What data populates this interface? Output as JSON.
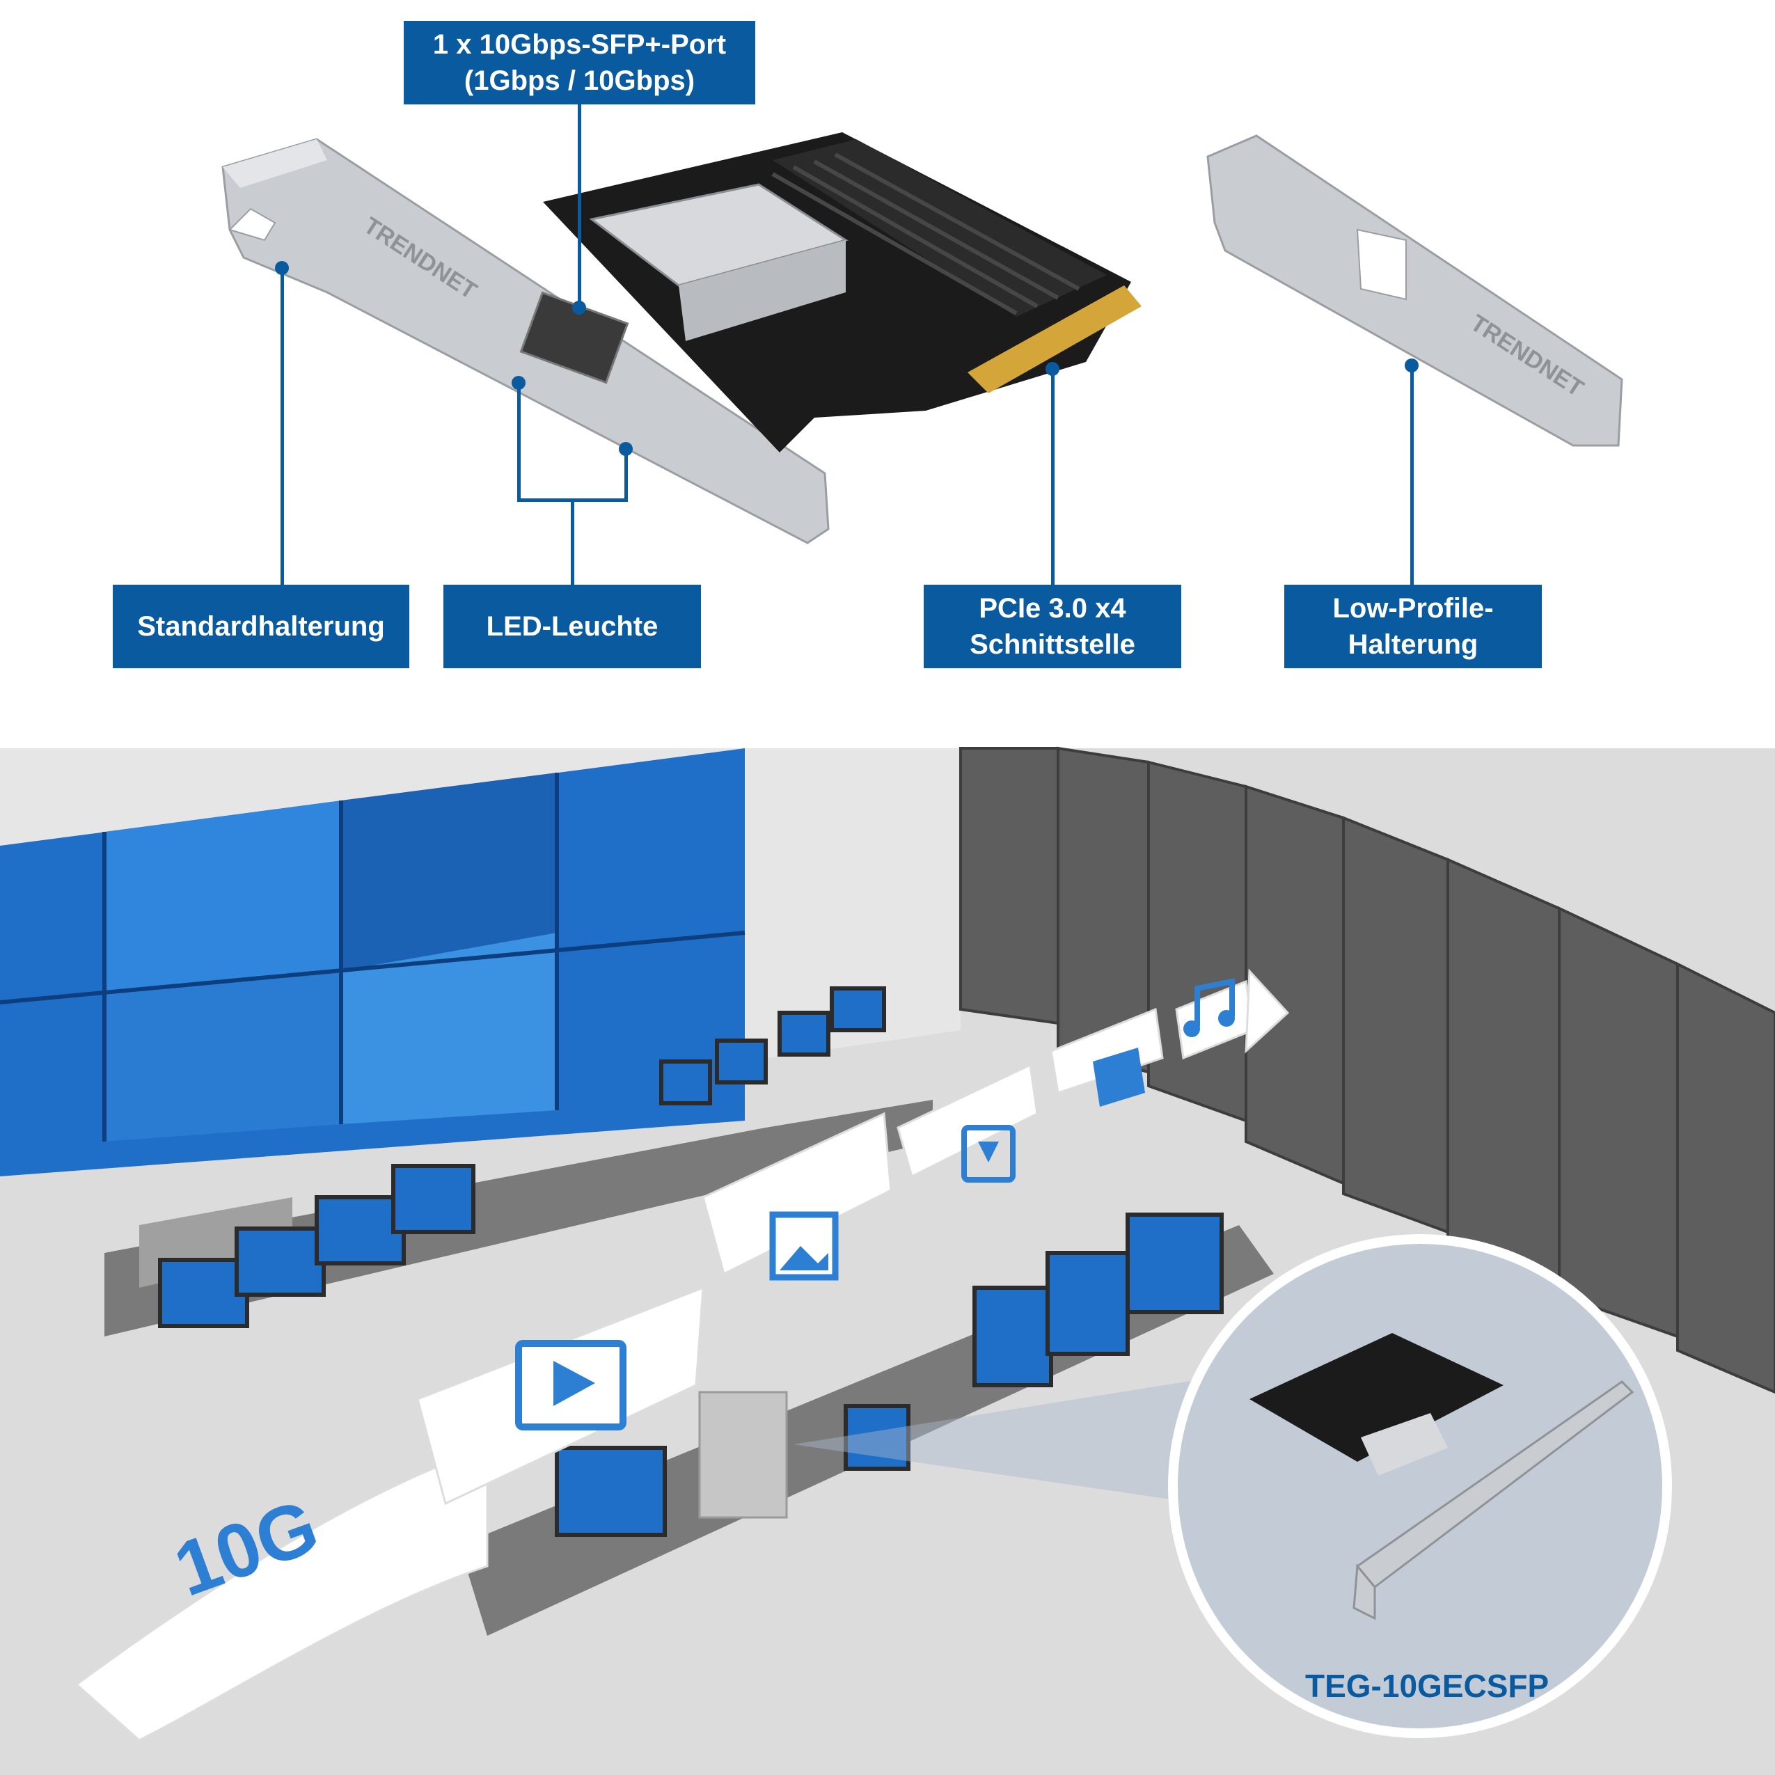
{
  "callouts": {
    "sfp_port": {
      "line1": "1 x 10Gbps-SFP+-Port",
      "line2": "(1Gbps / 10Gbps)"
    },
    "standard_bracket": {
      "label": "Standardhalterung"
    },
    "led": {
      "label": "LED-Leuchte"
    },
    "pcie": {
      "line1": "PCIe 3.0 x4",
      "line2": "Schnittstelle"
    },
    "low_profile": {
      "line1": "Low-Profile-",
      "line2": "Halterung"
    }
  },
  "scene": {
    "speed_badge": "10G",
    "flow_icons": [
      "video-icon",
      "image-icon",
      "download-icon",
      "file-icon",
      "music-note-icon"
    ],
    "model_name": "TEG-10GECSFP"
  },
  "colors": {
    "accent": "#0a5aa0",
    "card_black": "#1b1b1b",
    "bracket_silver": "#c9ccd0",
    "gold_fingers": "#d4a63a",
    "room_gray": "#dcdcdc",
    "rack_gray": "#5e5e5e",
    "screen_blue": "#1f6fc8"
  }
}
